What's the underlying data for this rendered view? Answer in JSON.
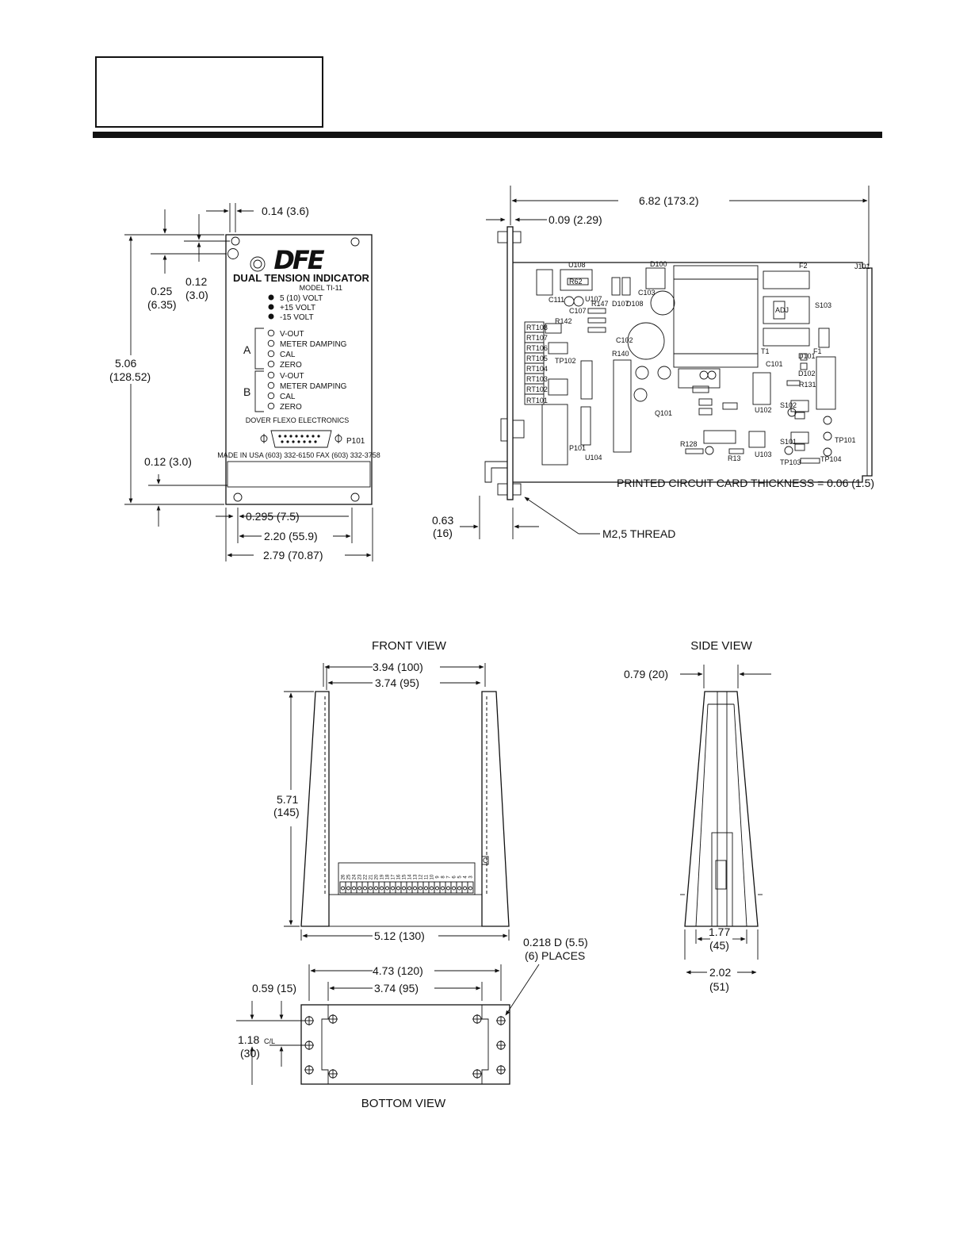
{
  "header": {
    "box_text": ""
  },
  "panel": {
    "logo": "DFE",
    "title": "DUAL TENSION INDICATOR",
    "model": "MODEL TI-11",
    "voltages": [
      "5 (10) VOLT",
      "+15 VOLT",
      "-15 VOLT"
    ],
    "group_a_label": "A",
    "group_b_label": "B",
    "group_a": [
      "V-OUT",
      "METER DAMPING",
      "CAL",
      "ZERO"
    ],
    "group_b": [
      "V-OUT",
      "METER DAMPING",
      "CAL",
      "ZERO"
    ],
    "company": "DOVER FLEXO ELECTRONICS",
    "connector": "P101",
    "made_in": "MADE IN USA (603) 332-6150  FAX (603) 332-3758"
  },
  "front_dims": {
    "d014": "0.14 (3.6)",
    "d025a": "0.25",
    "d025b": "(6.35)",
    "d012a": "0.12",
    "d012b": "(3.0)",
    "d506a": "5.06",
    "d506b": "(128.52)",
    "d012c": "0.12 (3.0)",
    "d0295": "0.295 (7.5)",
    "d220": "2.20 (55.9)",
    "d279": "2.79 (70.87)"
  },
  "side_dims": {
    "d682": "6.82 (173.2)",
    "d009": "0.09 (2.29)",
    "thickness": "PRINTED CIRCUIT CARD THICKNESS = 0.06 (1.5)",
    "d063a": "0.63",
    "d063b": "(16)",
    "thread": "M2,5 THREAD"
  },
  "pcb_labels": {
    "u108": "U108",
    "d100": "D100",
    "f2": "F2",
    "j101": "J101",
    "r62": "R62",
    "c111": "C111",
    "u107": "U107",
    "c107": "C107",
    "r147": "R147",
    "d107": "D107",
    "d108": "D108",
    "c103": "C103",
    "r142": "R142",
    "c102": "C102",
    "r140": "R140",
    "t1": "T1",
    "f1": "F1",
    "q101": "Q101",
    "u102": "U102",
    "u103": "U103",
    "u104": "U104",
    "p101": "P101",
    "tp101": "TP101",
    "tp102": "TP102",
    "tp103": "TP103",
    "tp104": "TP104",
    "r13": "R13",
    "r131": "R131",
    "adj": "ADJ",
    "s101": "S101",
    "s102": "S102",
    "s103": "S103",
    "r128": "R128",
    "c101": "C101",
    "d101": "D101",
    "d102": "D102",
    "rt101": "RT101",
    "rt102": "RT102",
    "rt103": "RT103",
    "rt104": "RT104",
    "rt105": "RT105",
    "rt106": "RT106",
    "rt107": "RT107",
    "rt108": "RT108"
  },
  "enclosure": {
    "front_title": "FRONT VIEW",
    "side_title": "SIDE VIEW",
    "bottom_title": "BOTTOM VIEW",
    "d394": "3.94 (100)",
    "d374": "3.74 (95)",
    "d571a": "5.71",
    "d571b": "(145)",
    "d512": "5.12 (130)",
    "d079": "0.79 (20)",
    "d177a": "1.77",
    "d177b": "(45)",
    "d202a": "2.02",
    "d202b": "(51)",
    "d0218a": "0.218 D (5.5)",
    "d0218b": "(6) PLACES",
    "d473": "4.73 (120)",
    "d374b": "3.74 (95)",
    "d059": "0.59 (15)",
    "d118a": "1.18",
    "d118cl": "C/L",
    "d118b": "(30)",
    "terminals": [
      "26",
      "25",
      "24",
      "23",
      "22",
      "21",
      "20",
      "19",
      "18",
      "17",
      "16",
      "15",
      "14",
      "13",
      "12",
      "11",
      "10",
      "9",
      "8",
      "7",
      "6",
      "5",
      "4",
      "3"
    ],
    "tag_c": "C"
  }
}
